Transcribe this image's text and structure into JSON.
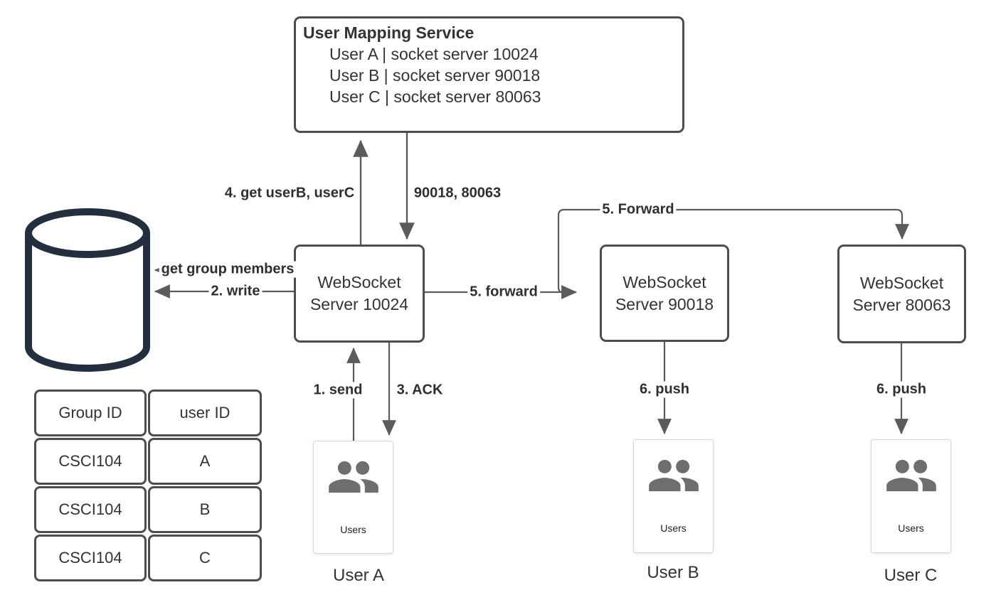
{
  "mapping_service": {
    "title": "User Mapping Service",
    "entries": [
      "User A | socket server 10024",
      "User B | socket server 90018",
      "User C | socket server 80063"
    ]
  },
  "servers": [
    {
      "line1": "WebSocket",
      "line2": "Server 10024"
    },
    {
      "line1": "WebSocket",
      "line2": "Server 90018"
    },
    {
      "line1": "WebSocket",
      "line2": "Server 80063"
    }
  ],
  "user_groups": [
    {
      "icon": "users-icon",
      "label": "Users",
      "caption": "User A"
    },
    {
      "icon": "users-icon",
      "label": "Users",
      "caption": "User B"
    },
    {
      "icon": "users-icon",
      "label": "Users",
      "caption": "User C"
    }
  ],
  "group_table": {
    "headers": [
      "Group ID",
      "user ID"
    ],
    "rows": [
      [
        "CSCI104",
        "A"
      ],
      [
        "CSCI104",
        "B"
      ],
      [
        "CSCI104",
        "C"
      ]
    ]
  },
  "edges": {
    "get_users": "4. get userB, userC",
    "mapping_response": "90018, 80063",
    "get_group_members": "get group members",
    "write": "2. write",
    "forward_lower": "5. forward",
    "forward_upper": "5. Forward",
    "send": "1. send",
    "ack": "3. ACK",
    "push_b": "6. push",
    "push_c": "6. push"
  },
  "icons": {
    "database": "database-cylinder-icon",
    "users": "users-icon"
  },
  "colors": {
    "line": "#5b5b5b",
    "border": "#4d4d4d",
    "text": "#333333",
    "cylinder": "#232f3e",
    "icon_gray": "#6e6e6e",
    "background": "#ffffff"
  }
}
